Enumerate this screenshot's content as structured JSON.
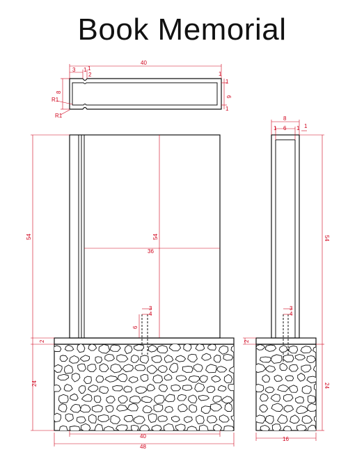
{
  "title": "Book Memorial",
  "colors": {
    "dimension": "#d0021b",
    "outline": "#111111"
  },
  "top_view": {
    "width": "40",
    "lip": "3",
    "gap_a": "1",
    "gap_b": "2",
    "depth": "8",
    "radius_a": "R1",
    "radius_b": "R1",
    "right_top": "1",
    "right_mid": "1",
    "right_depth": "6",
    "right_bottom": "1"
  },
  "front_view": {
    "height": "54",
    "inner_height": "54",
    "spine_width": "36",
    "pin_a": "3",
    "pin_b": "4",
    "pin_depth": "6",
    "base_top": "2",
    "base_height": "24",
    "base_inner_width": "40",
    "base_width": "48"
  },
  "side_view": {
    "top_width": "8",
    "inner_width": "6",
    "left_gap": "1",
    "right_gap": "1",
    "right_top": "1",
    "height": "54",
    "pin_a": "3",
    "pin_b": "4",
    "base_top": "2",
    "base_height": "24",
    "base_width": "16"
  }
}
